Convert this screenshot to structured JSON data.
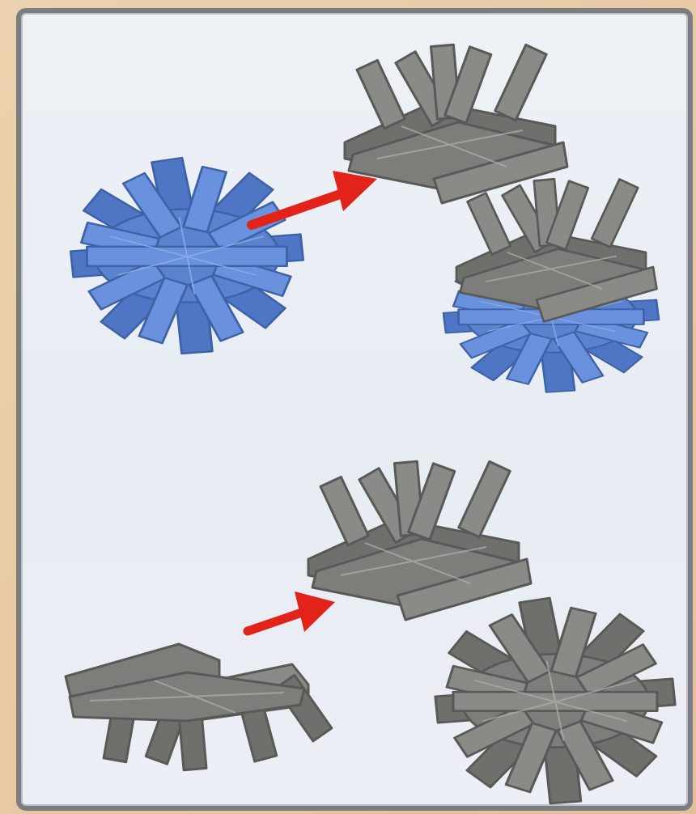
{
  "colors": {
    "background": "#e7c9a4",
    "panel_fill": "#eceff5",
    "panel_border": "#7b7d80",
    "blue_part": "#5b82cf",
    "blue_part_shadow": "#3e62a8",
    "gray_part": "#7d7e7a",
    "gray_part_shadow": "#595a57",
    "arrow": "#e2231a"
  },
  "steps": [
    {
      "name": "step-1",
      "parts": [
        {
          "name": "blue-connector",
          "color": "blue"
        },
        {
          "name": "gray-connector",
          "color": "gray"
        }
      ],
      "result": {
        "name": "blue-gray-assembly",
        "colors": [
          "blue",
          "gray"
        ]
      }
    },
    {
      "name": "step-2",
      "parts": [
        {
          "name": "gray-connector",
          "color": "gray"
        },
        {
          "name": "gray-connector",
          "color": "gray"
        }
      ],
      "result": {
        "name": "gray-gray-assembly",
        "colors": [
          "gray",
          "gray"
        ]
      }
    }
  ],
  "icons": [
    "red-arrow-icon",
    "red-arrow-icon"
  ]
}
